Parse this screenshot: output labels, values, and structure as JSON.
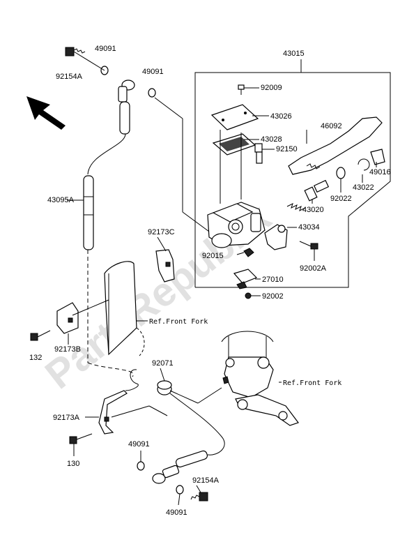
{
  "watermark": "PartsRepublik",
  "labels": {
    "p43015": "43015",
    "p92009": "92009",
    "p43026": "43026",
    "p43028": "43028",
    "p92150": "92150",
    "p46092": "46092",
    "p49016": "49016",
    "p43022": "43022",
    "p92022": "92022",
    "p43020": "43020",
    "p43034": "43034",
    "p92015": "92015",
    "p92002A": "92002A",
    "p27010": "27010",
    "p92002": "92002",
    "p49091_a": "49091",
    "p92154A_a": "92154A",
    "p49091_b": "49091",
    "p43095A": "43095A",
    "p92173C": "92173C",
    "ref_fork_1": "Ref.Front Fork",
    "p132": "132",
    "p92173B": "92173B",
    "p92071": "92071",
    "ref_fork_2": "Ref.Front Fork",
    "p92173A": "92173A",
    "p130": "130",
    "p49091_c": "49091",
    "p92154A_b": "92154A",
    "p49091_d": "49091"
  }
}
